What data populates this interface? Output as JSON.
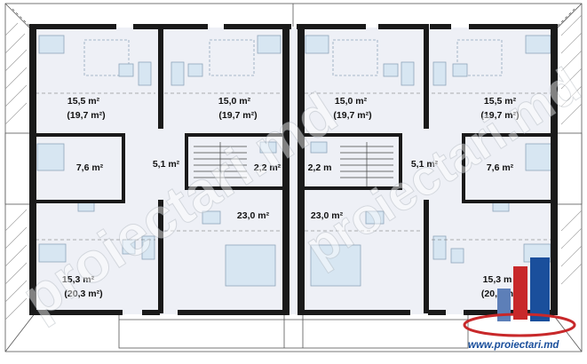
{
  "plan": {
    "rooms": {
      "bedroom_tl": {
        "area": "15,5 m²",
        "total": "(19,7 m²)"
      },
      "bedroom_tc": {
        "area": "15,0 m²",
        "total": "(19,7 m²)"
      },
      "bedroom_tcr": {
        "area": "15,0 m²",
        "total": "(19,7 m²)"
      },
      "bedroom_tr": {
        "area": "15,5 m²",
        "total": "(19,7 m²)"
      },
      "bath_left": {
        "area": "7,6 m²"
      },
      "hall_left": {
        "area": "5,1 m²"
      },
      "stair_left": {
        "area": "2,2 m²"
      },
      "stair_right": {
        "area": "2,2 m"
      },
      "hall_right": {
        "area": "5,1 m²"
      },
      "bath_right": {
        "area": "7,6 m²"
      },
      "bedroom_bc_left": {
        "area": "23,0 m²"
      },
      "bedroom_bc_right": {
        "area": "23,0 m²"
      },
      "bedroom_bl": {
        "area": "15,3 m²",
        "total": "(20,3 m²)"
      },
      "bedroom_br": {
        "area": "15,3 m",
        "total": "(20,3 m"
      }
    },
    "watermark": "proiectari.md",
    "watermark_repeat": "proiectari.md",
    "logo_url": "www.proiectari.md",
    "colors": {
      "wall": "#1a1a1a",
      "floor": "#eef0f6",
      "furniture": "#d7e6f2",
      "roof": "#ffffff",
      "logo_blue": "#1a4f9c",
      "logo_red": "#c8282a"
    }
  }
}
